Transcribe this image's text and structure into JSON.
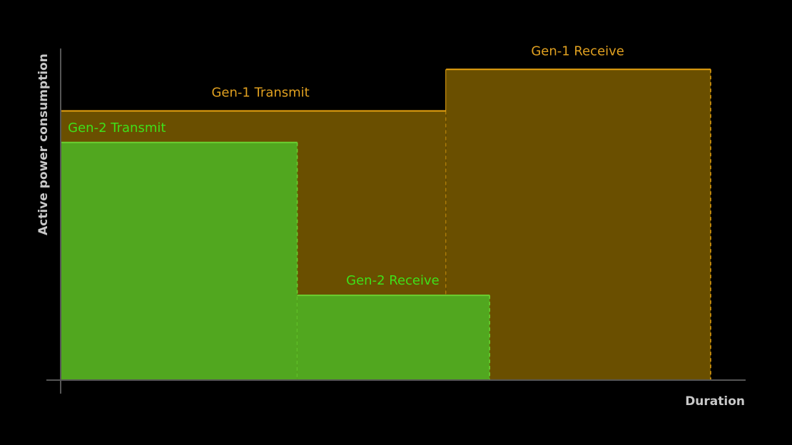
{
  "chart_data": {
    "type": "area",
    "title": "",
    "xlabel": "Duration",
    "ylabel": "Active power consumption",
    "xlim": [
      0,
      100
    ],
    "ylim": [
      0,
      100
    ],
    "grid": false,
    "legend": "none",
    "colors": {
      "gen1_fill": "#6a4f00",
      "gen1_line": "#e8a310",
      "gen1_text": "#e0a020",
      "gen2_fill": "#51a71f",
      "gen2_line": "#6ad030",
      "gen2_text": "#3fe01a",
      "axis": "#555555",
      "axis_text": "#c8c8c8"
    },
    "series": [
      {
        "name": "Gen-1",
        "segments": [
          {
            "label": "Gen-1 Transmit",
            "x_start": 0,
            "x_end": 59.3,
            "value": 81
          },
          {
            "label": "Gen-1 Receive",
            "x_start": 59.3,
            "x_end": 100,
            "value": 93.5
          }
        ]
      },
      {
        "name": "Gen-2",
        "segments": [
          {
            "label": "Gen-2 Transmit",
            "x_start": 0,
            "x_end": 36.4,
            "value": 71.5
          },
          {
            "label": "Gen-2 Receive",
            "x_start": 36.4,
            "x_end": 66,
            "value": 25.5
          }
        ]
      }
    ]
  }
}
